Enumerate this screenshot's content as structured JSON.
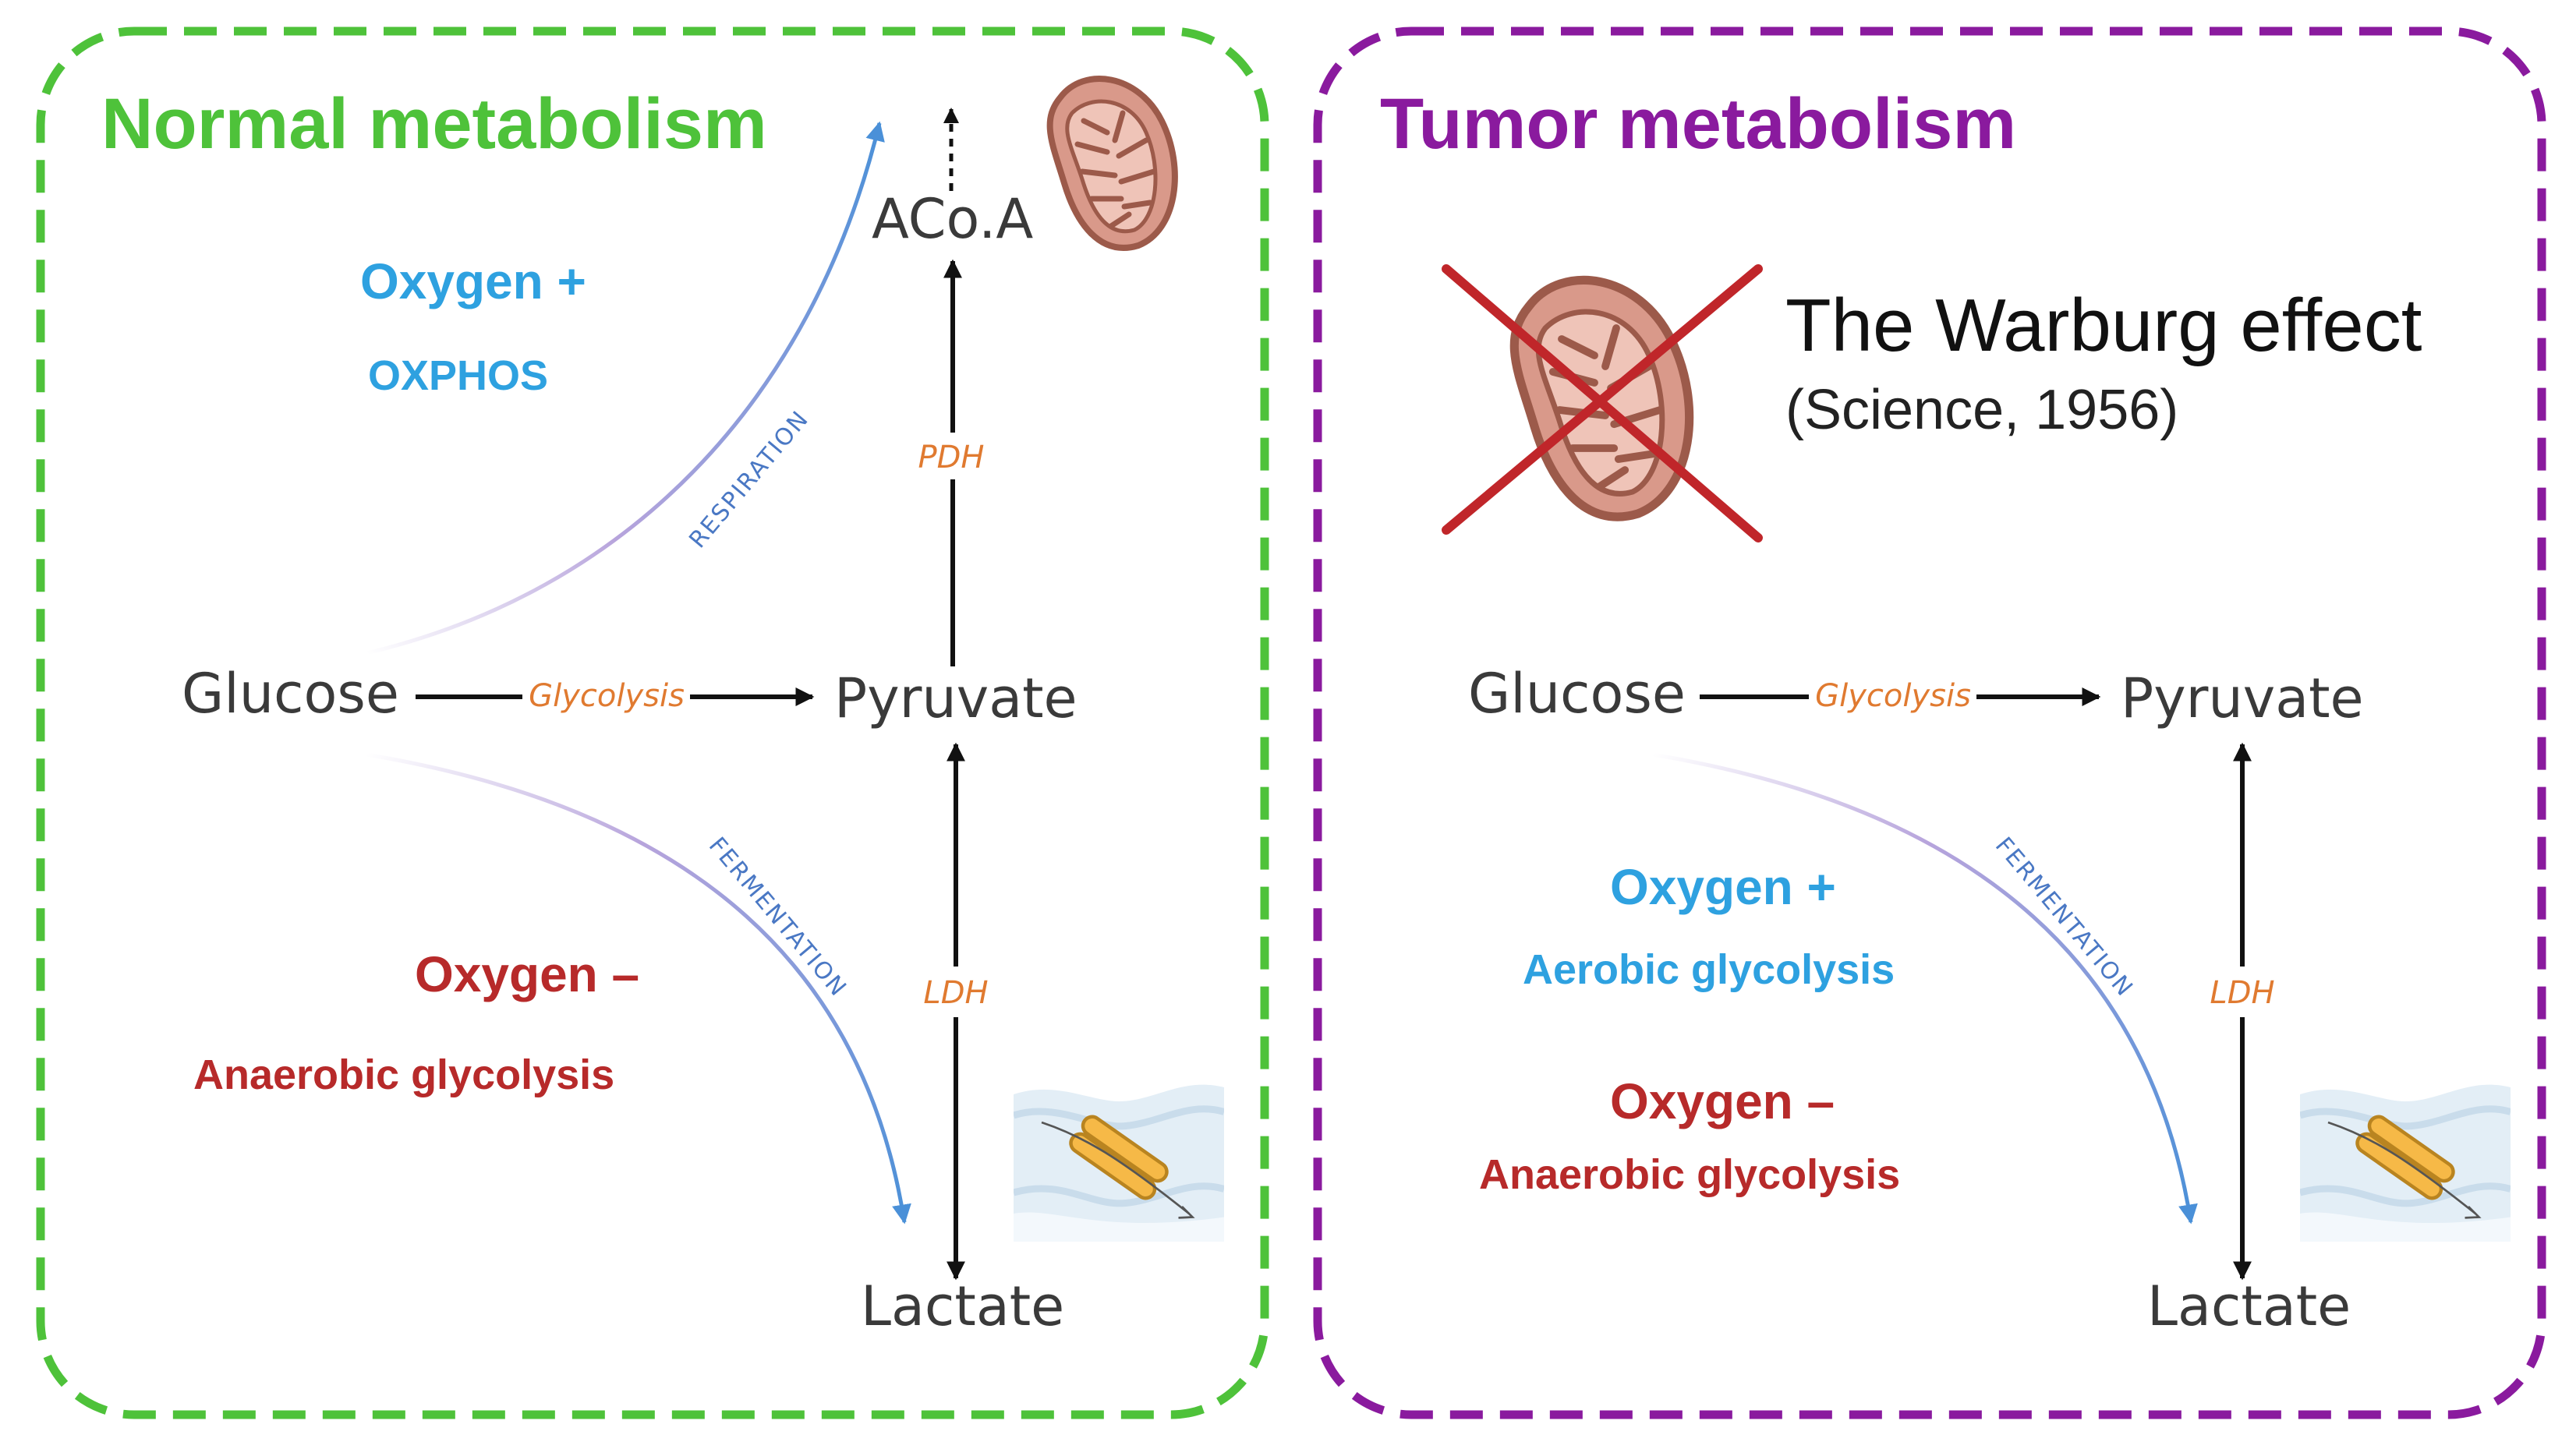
{
  "colors": {
    "normal_border": "#4ec23a",
    "tumor_border": "#8a1a9e",
    "oxygen_plus": "#2ea1e0",
    "oxygen_minus": "#b72a2a",
    "enzyme": "#e07a30",
    "pathway_curve": "#4a90d8",
    "cross": "#c0262a",
    "mito_fill": "#d9998a",
    "mito_stroke": "#9c5a4a"
  },
  "normal": {
    "title": "Normal metabolism",
    "glucose": "Glucose",
    "pyruvate": "Pyruvate",
    "lactate": "Lactate",
    "acoa": "ACo.A",
    "glycolysis": "Glycolysis",
    "pdh": "PDH",
    "ldh": "LDH",
    "respiration": "RESPIRATION",
    "fermentation": "FERMENTATION",
    "oxygen_plus": "Oxygen +",
    "oxphos": "OXPHOS",
    "oxygen_minus": "Oxygen –",
    "anaerobic": "Anaerobic glycolysis",
    "icons": [
      "mitochondrion-icon",
      "membrane-transporter-icon"
    ]
  },
  "tumor": {
    "title": "Tumor metabolism",
    "warburg_title": "The Warburg effect",
    "warburg_ref": "(Science, 1956)",
    "glucose": "Glucose",
    "pyruvate": "Pyruvate",
    "lactate": "Lactate",
    "glycolysis": "Glycolysis",
    "ldh": "LDH",
    "fermentation": "FERMENTATION",
    "oxygen_plus": "Oxygen +",
    "aerobic": "Aerobic glycolysis",
    "oxygen_minus": "Oxygen –",
    "anaerobic": "Anaerobic glycolysis",
    "icons": [
      "crossed-mitochondrion-icon",
      "membrane-transporter-icon"
    ]
  }
}
